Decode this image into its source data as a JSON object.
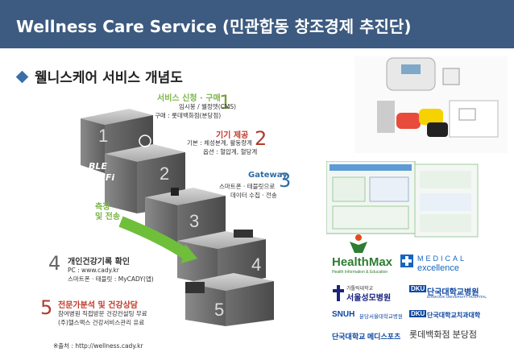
{
  "title": "Wellness Care Service (민관합동 창조경제 추진단)",
  "subtitle": "웰니스케어 서비스 개념도",
  "diagram": {
    "steps": [
      {
        "num": "1",
        "title": "서비스 신청 · 구매",
        "lines": [
          "임시봉 / 웰정엣(CMS)",
          "구매 : 롯데백화점(분당점)"
        ]
      },
      {
        "num": "2",
        "title": "기기 제공",
        "lines": [
          "기본 : 체성분계, 활동량계",
          "옵션 : 혈압계, 혈당계"
        ]
      },
      {
        "num": "3",
        "title": "Gateway",
        "lines": [
          "스마트폰 · 태블릿으로",
          "데이터 수집 · 전송"
        ]
      },
      {
        "num": "4",
        "title": "개인건강기록 확인",
        "lines": [
          "PC : www.cady.kr",
          "스마트폰 · 태블릿 : MyCADY(앱)"
        ]
      },
      {
        "num": "5",
        "title": "전문가분석 및 건강상담",
        "lines": [
          "참여병원 직접방문 건강컨설팅 무료",
          "(주)헬스맥스 건강서비스관리 유료"
        ]
      }
    ],
    "stair_numbers": [
      "1",
      "2",
      "3",
      "4",
      "5"
    ],
    "ble_label": "BLE",
    "wifi_label": "WiFi",
    "measure_label_1": "측정",
    "measure_label_2": "및 전송"
  },
  "source": "※출처 : http://wellness.cady.kr",
  "partners": {
    "healthmax": "HealthMax",
    "healthmax_tag": "Health Information & Education",
    "medical_1": "MEDICAL",
    "medical_2": "excellence",
    "hosp_1_small": "가톨릭대학교",
    "hosp_1": "서울성모병원",
    "hosp_2": "단국대학교병원",
    "hosp_2_tag": "DANKOOK UNIVERSITY HOSPITAL",
    "snuh": "SNUH",
    "snuh_name": "분당서울대학교병원",
    "dental": "단국대학교치과대학",
    "medical_corp": "단국대학교 메디스포츠",
    "lotte": "롯데백화점 분당점"
  }
}
